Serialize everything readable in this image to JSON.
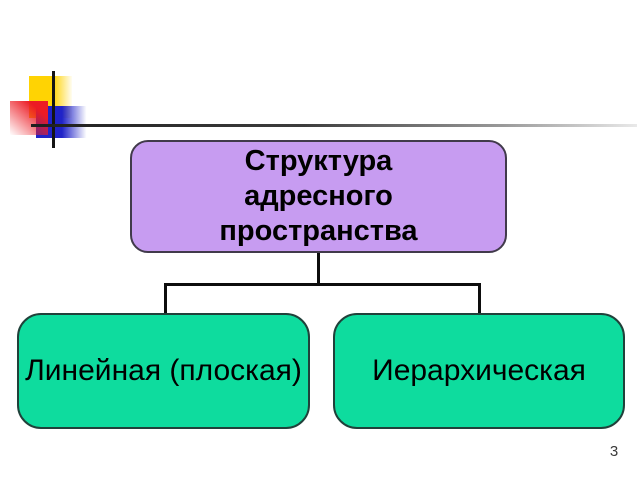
{
  "diagram": {
    "root": {
      "lines": [
        "Структура",
        "адресного",
        "пространства"
      ],
      "fill_color": "#c79cf1",
      "border_color": "#413a4b"
    },
    "children": [
      {
        "label": "Линейная (плоская)",
        "fill_color": "#0edc9e"
      },
      {
        "label": "Иерархическая",
        "fill_color": "#0edc9e"
      }
    ],
    "connector_color": "#0d0d0d"
  },
  "decoration": {
    "logo_colors": {
      "yellow": "#ffd303",
      "red": "#ec1b24",
      "blue": "#2023c8"
    },
    "rule_color_start": "#1f1f1f",
    "rule_color_end": "#e9e9e9"
  },
  "footer": {
    "page_number": "3"
  }
}
